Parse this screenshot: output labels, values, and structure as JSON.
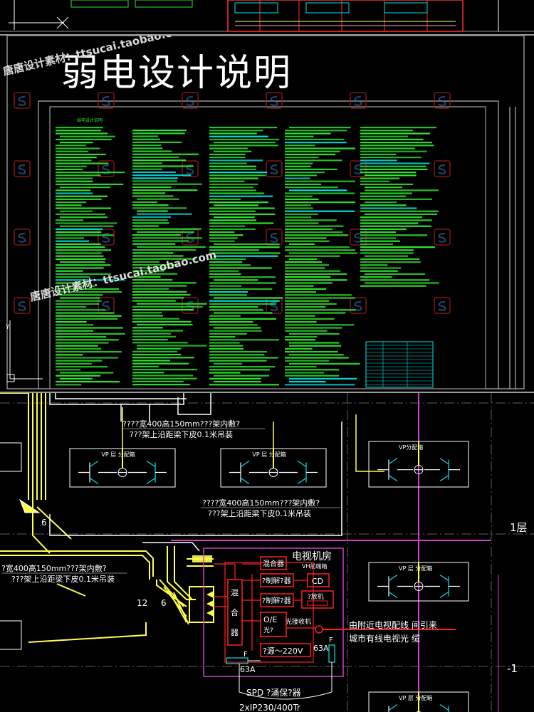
{
  "title": "弱电设计说明",
  "watermarks": {
    "wm1": "唐唐设计素材：ttsucai.taobao.com",
    "wm2": "唐唐设计素材：ttsucai.taobao.com"
  },
  "doc_heading": "弱电设计说明",
  "tray_note": {
    "line1": "????宽400高150mm???架内敷?",
    "line2": "???架上沿距梁下皮0.1米吊装"
  },
  "tray_note_2": {
    "line1": "????宽400高150mm???架内敷?",
    "line2": "???架上沿距梁下皮0.1米吊装"
  },
  "tray_note_3": {
    "line1": "?宽400高150mm???架内敷?",
    "line2": "???架上沿距梁下皮0.1米吊装"
  },
  "distribution_boxes": {
    "box1": "VP 层   分配箱",
    "box2": "VP 层   分配箱",
    "box3": "VP分配箱",
    "box4": "VP 层   分配箱",
    "box5": "VP 层   分配箱"
  },
  "tv_room": {
    "title": "电视机房",
    "subtitle": "VH前端箱",
    "mixer_top": "混合器",
    "mixer_vertical": [
      "混",
      "合",
      "器"
    ],
    "demod1": "?制解?器",
    "demod2": "?制解?器",
    "cd": "CD",
    "video_player": "?放机",
    "oe_label": "O/E",
    "oe_label2": "光?",
    "optical_receiver": "光接收机",
    "power": "?源～220V",
    "breaker1": "63A",
    "breaker2": "63A",
    "f_label1": "F",
    "f_label2": "F",
    "spd": "SPD ?涌保?器",
    "spd_spec": "2xIP230/400Tr"
  },
  "incoming_cable": {
    "line1": "由附近电视配线  间引来",
    "line2": "城市有线电视光  缆"
  },
  "cable_counts": {
    "c1": "6",
    "c2": "12",
    "c3": "6"
  },
  "floor_labels": {
    "f1": "1层",
    "f2": "-1"
  },
  "colors": {
    "background": "#000000",
    "cad_green": "#2ee82e",
    "cyan": "#00e5e5",
    "yellow": "#ffff4d",
    "magenta": "#d040d0",
    "red": "#ff2020"
  }
}
